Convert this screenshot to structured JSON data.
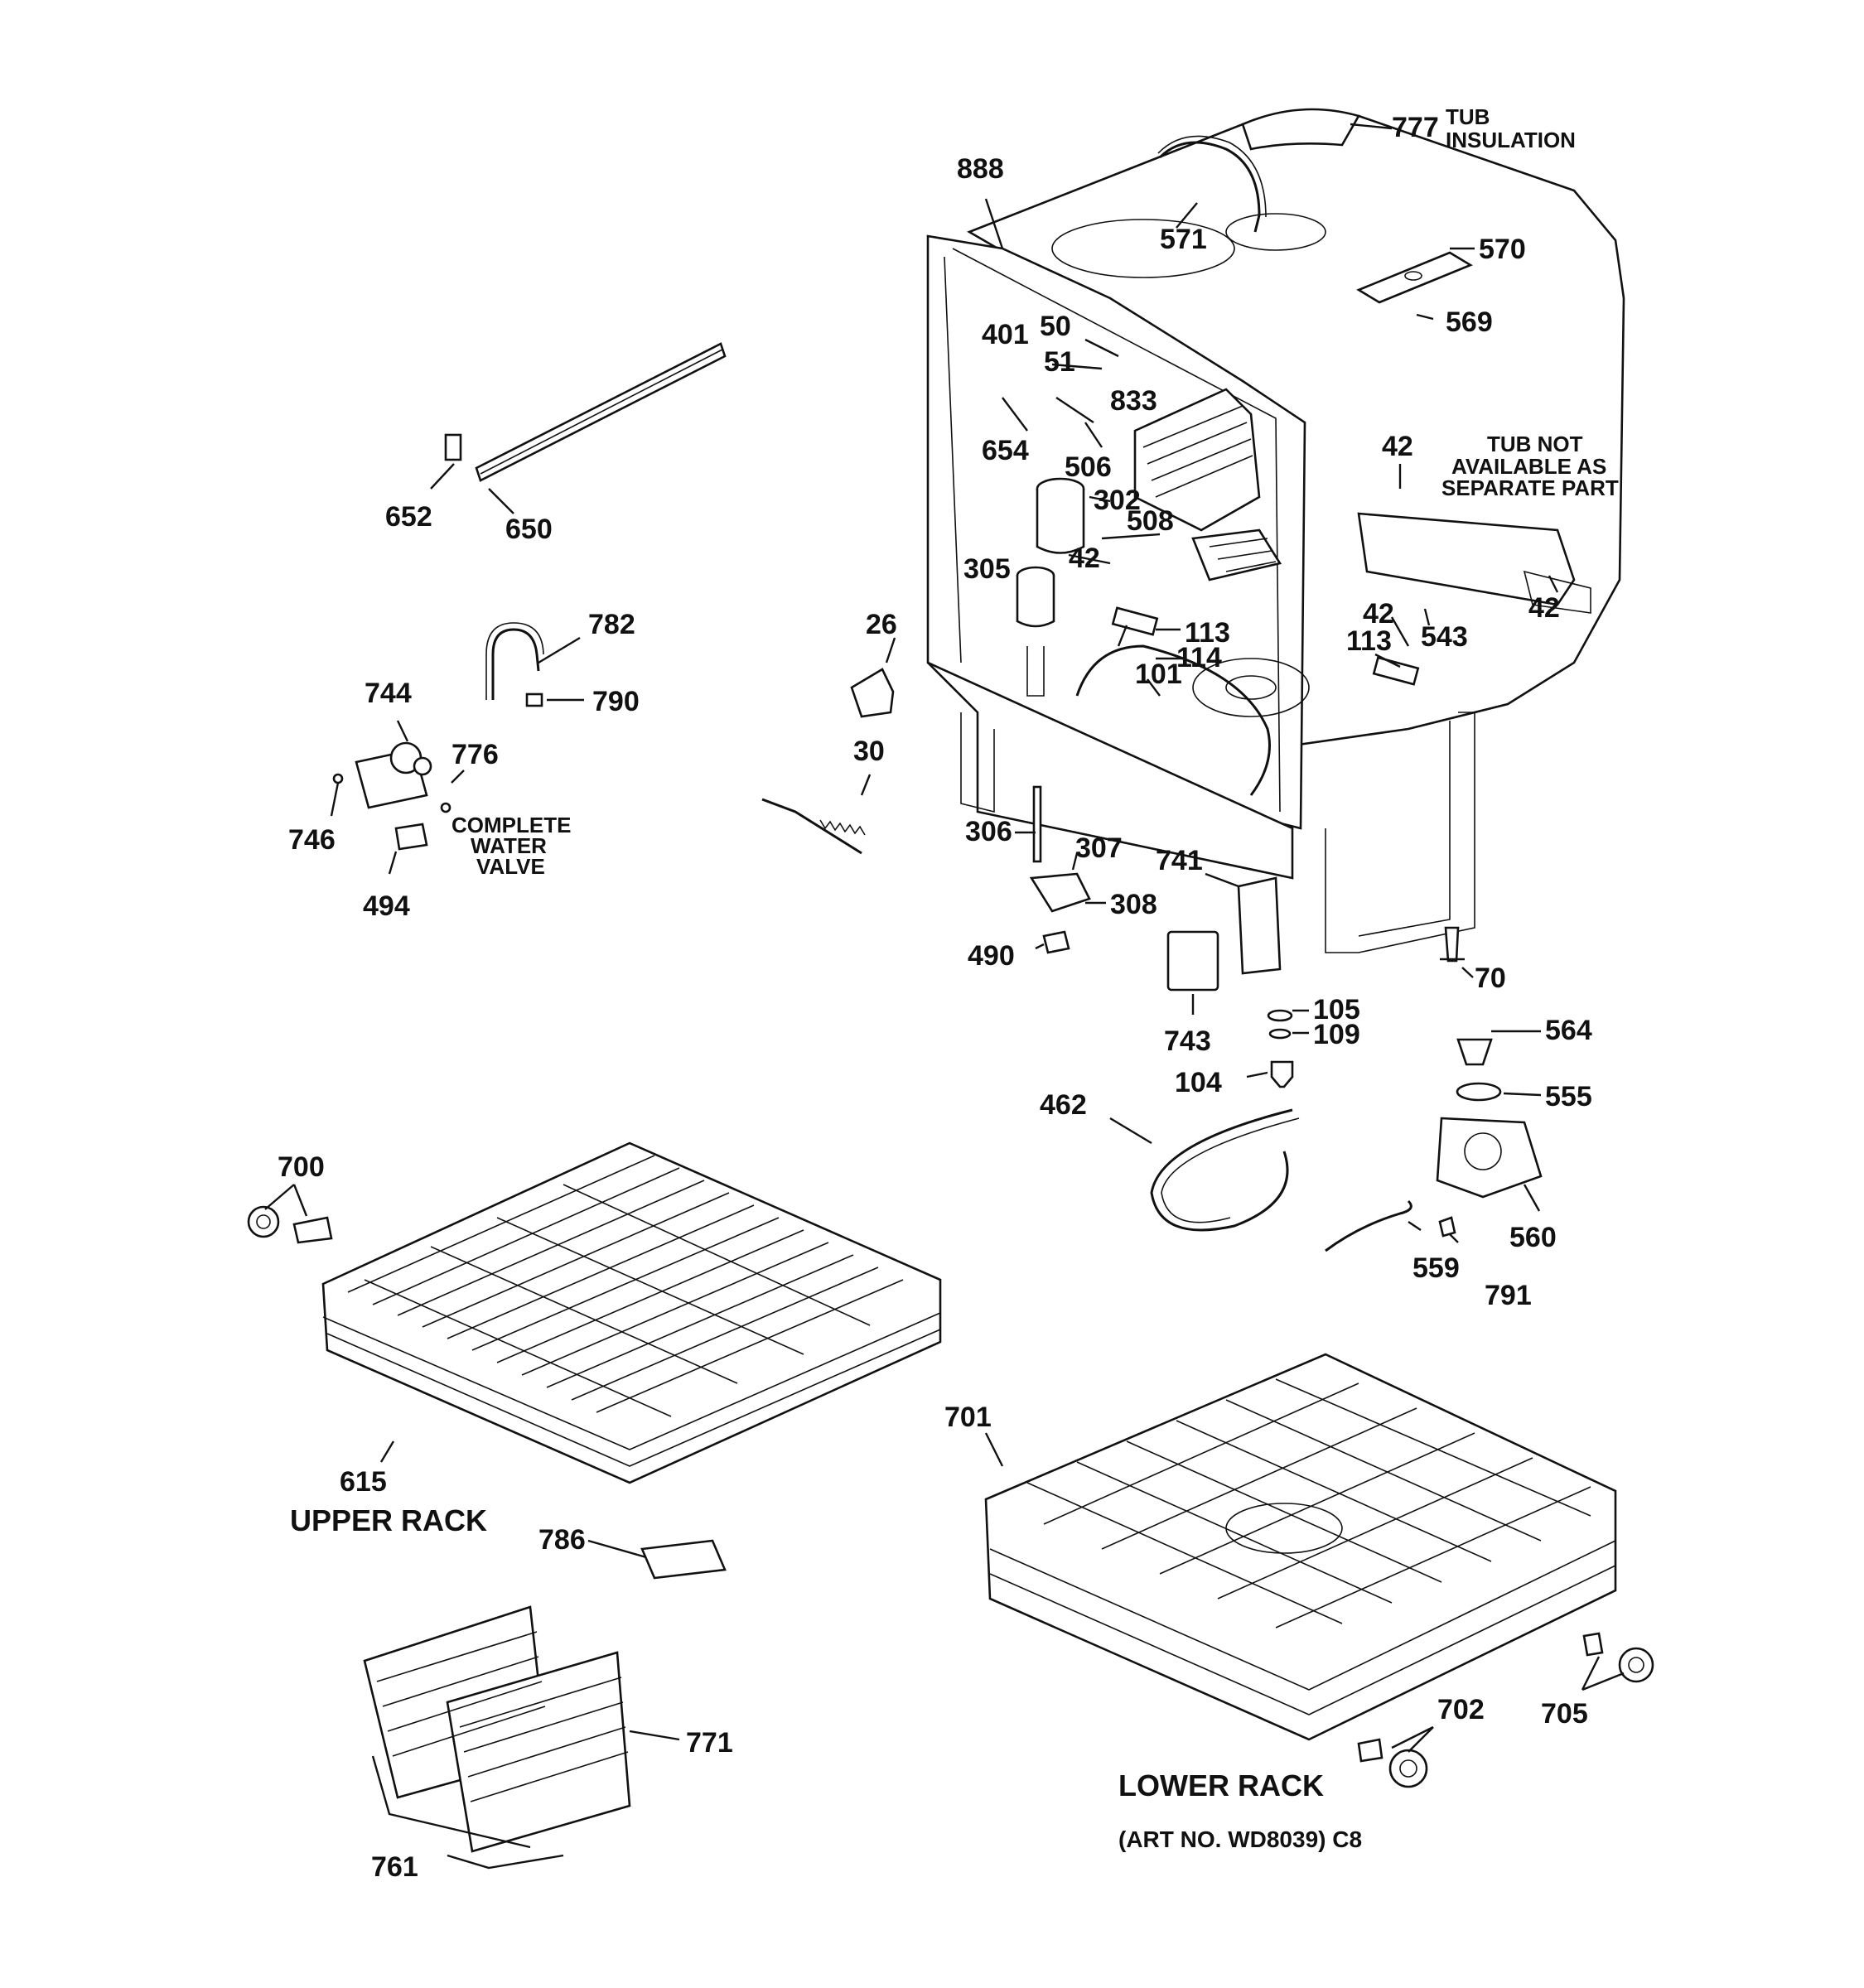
{
  "labels": {
    "l777": "777",
    "tub_insulation_1": "TUB",
    "tub_insulation_2": "INSULATION",
    "l888": "888",
    "l571": "571",
    "l570": "570",
    "l569": "569",
    "l50": "50",
    "l401": "401",
    "l51": "51",
    "l833": "833",
    "l654": "654",
    "l506": "506",
    "l302": "302",
    "l508": "508",
    "l42a": "42",
    "l42b": "42",
    "l42c": "42",
    "l42d": "42",
    "tub_note_1": "TUB NOT",
    "tub_note_2": "AVAILABLE AS",
    "tub_note_3": "SEPARATE PART",
    "l305": "305",
    "l113a": "113",
    "l113b": "113",
    "l114": "114",
    "l101": "101",
    "l543": "543",
    "l652": "652",
    "l650": "650",
    "l782": "782",
    "l790": "790",
    "l744": "744",
    "l776": "776",
    "l746": "746",
    "l494": "494",
    "valve_1": "COMPLETE",
    "valve_2": "WATER",
    "valve_3": "VALVE",
    "l26": "26",
    "l30": "30",
    "l306": "306",
    "l307": "307",
    "l308": "308",
    "l741": "741",
    "l490": "490",
    "l743": "743",
    "l70": "70",
    "l105": "105",
    "l109": "109",
    "l104": "104",
    "l564": "564",
    "l555": "555",
    "l462": "462",
    "l560": "560",
    "l559": "559",
    "l791": "791",
    "l700": "700",
    "l615": "615",
    "upper_rack": "UPPER RACK",
    "l786": "786",
    "l701": "701",
    "l771": "771",
    "l761": "761",
    "l702": "702",
    "l705": "705",
    "lower_rack": "LOWER RACK",
    "art_no": "(ART NO. WD8039) C8"
  }
}
